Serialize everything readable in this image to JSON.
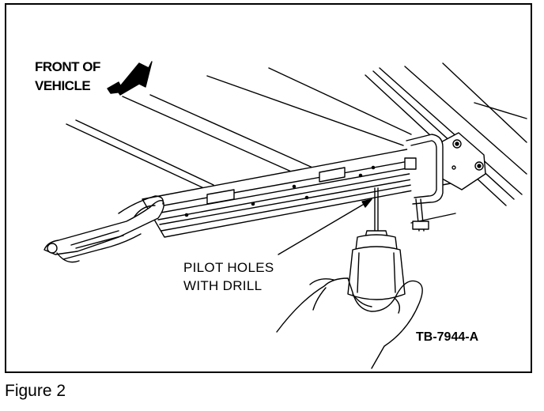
{
  "figure": {
    "front_label_line1": "FRONT OF",
    "front_label_line2": "VEHICLE",
    "pilot_label_line1": "PILOT HOLES",
    "pilot_label_line2": "WITH DRILL",
    "part_code": "TB-7944-A",
    "caption": "Figure 2"
  },
  "icons": {
    "direction_arrow": "front-direction-arrow-icon"
  }
}
